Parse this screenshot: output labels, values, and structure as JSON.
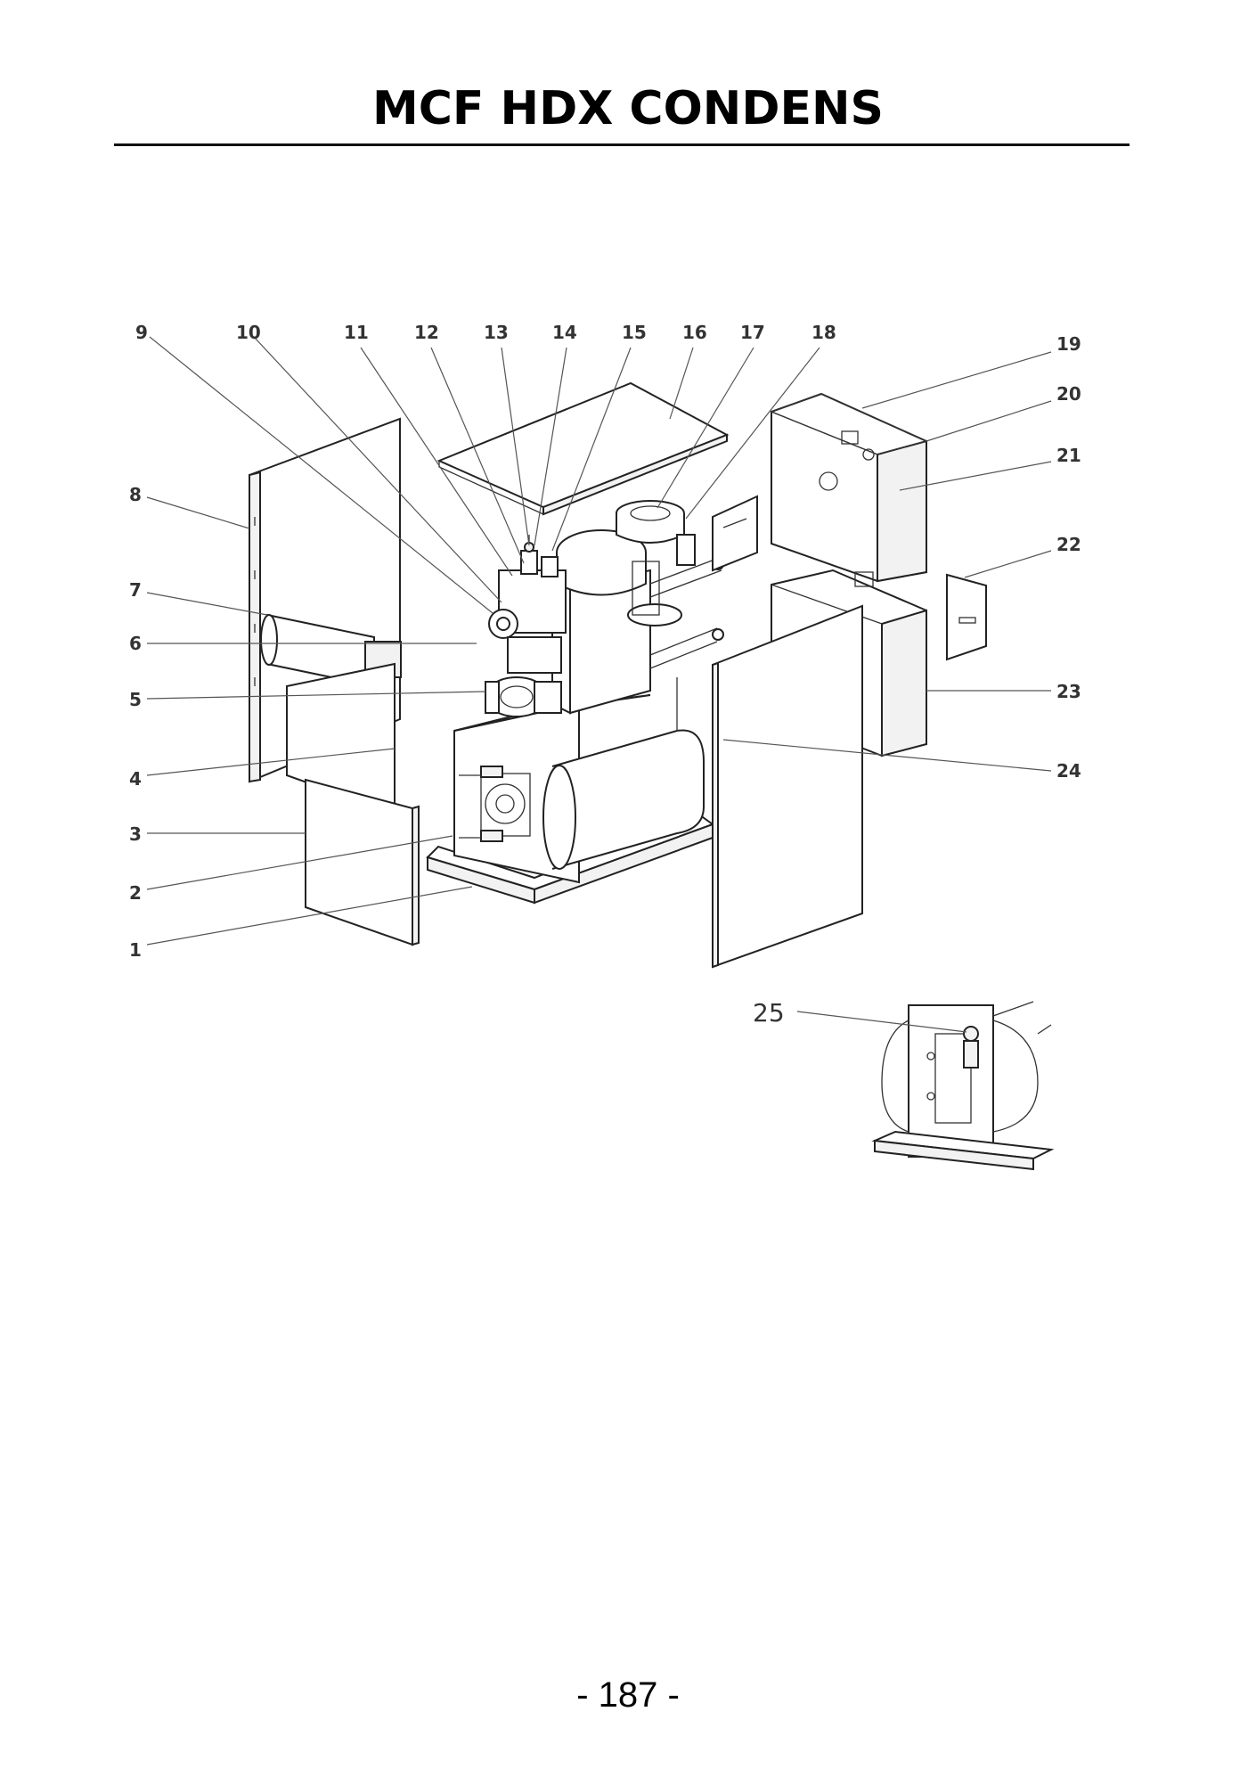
{
  "title": "MCF HDX CONDENS",
  "page_number": "- 187 -",
  "callouts": {
    "c1": "1",
    "c2": "2",
    "c3": "3",
    "c4": "4",
    "c5": "5",
    "c6": "6",
    "c7": "7",
    "c8": "8",
    "c9": "9",
    "c10": "10",
    "c11": "11",
    "c12": "12",
    "c13": "13",
    "c14": "14",
    "c15": "15",
    "c16": "16",
    "c17": "17",
    "c18": "18",
    "c19": "19",
    "c20": "20",
    "c21": "21",
    "c22": "22",
    "c23": "23",
    "c24": "24",
    "c25": "25"
  }
}
